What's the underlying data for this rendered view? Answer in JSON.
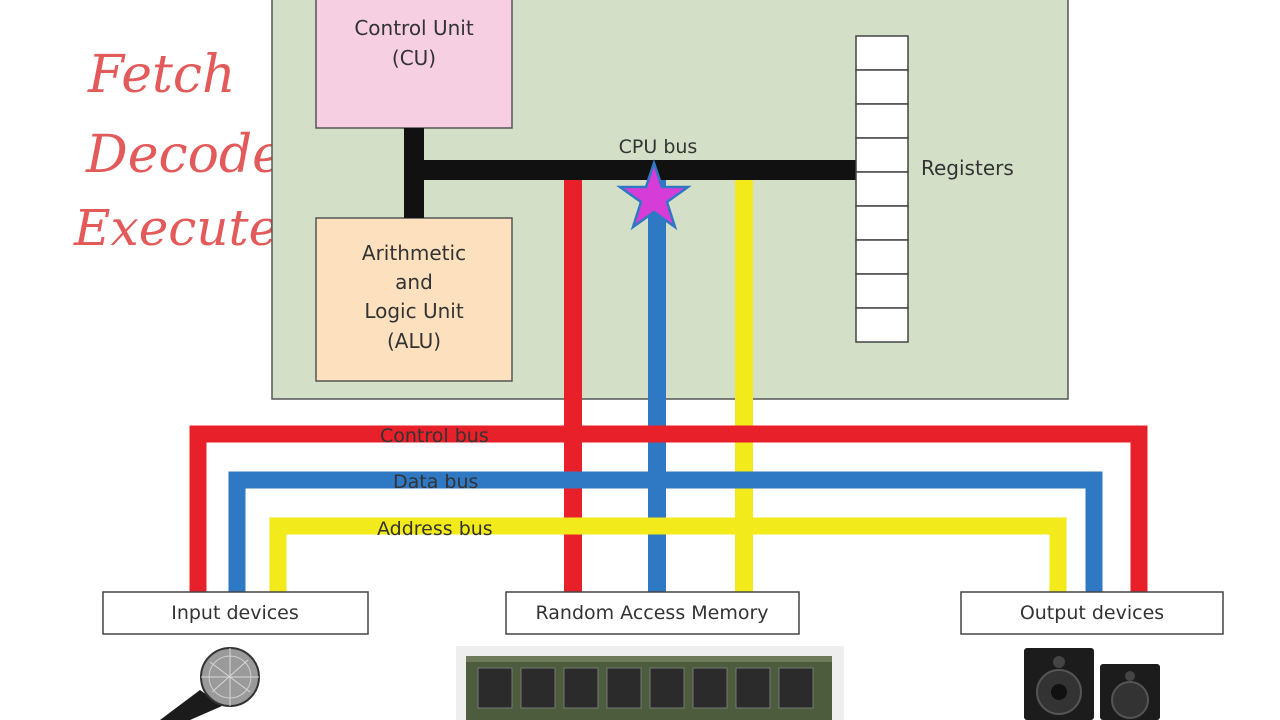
{
  "handwritten_notes": [
    "Fetch",
    "Decode",
    "Execute"
  ],
  "cpu": {
    "control_unit": [
      "Control Unit",
      "(CU)"
    ],
    "alu": [
      "Arithmetic",
      "and",
      "Logic Unit",
      "(ALU)"
    ],
    "cpu_bus_label": "CPU bus",
    "registers_label": "Registers",
    "register_count": 9
  },
  "buses": {
    "control": "Control bus",
    "data": "Data bus",
    "address": "Address bus"
  },
  "devices": {
    "input": "Input devices",
    "memory": "Random Access Memory",
    "output": "Output devices"
  },
  "colors": {
    "control_bus": "#e8202a",
    "data_bus": "#2f78c4",
    "address_bus": "#f2ea1a",
    "cpu_bus": "#111111",
    "cpu_bg": "#d3e0c7",
    "cu_fill": "#f6cfe3",
    "alu_fill": "#fde1bf",
    "star": "#d63dd8",
    "handwriting": "#e25a5a"
  },
  "icons": {
    "marker": "star-icon",
    "input_picture": "microphone-icon",
    "memory_picture": "ram-module-icon",
    "output_picture": "speakers-icon"
  }
}
